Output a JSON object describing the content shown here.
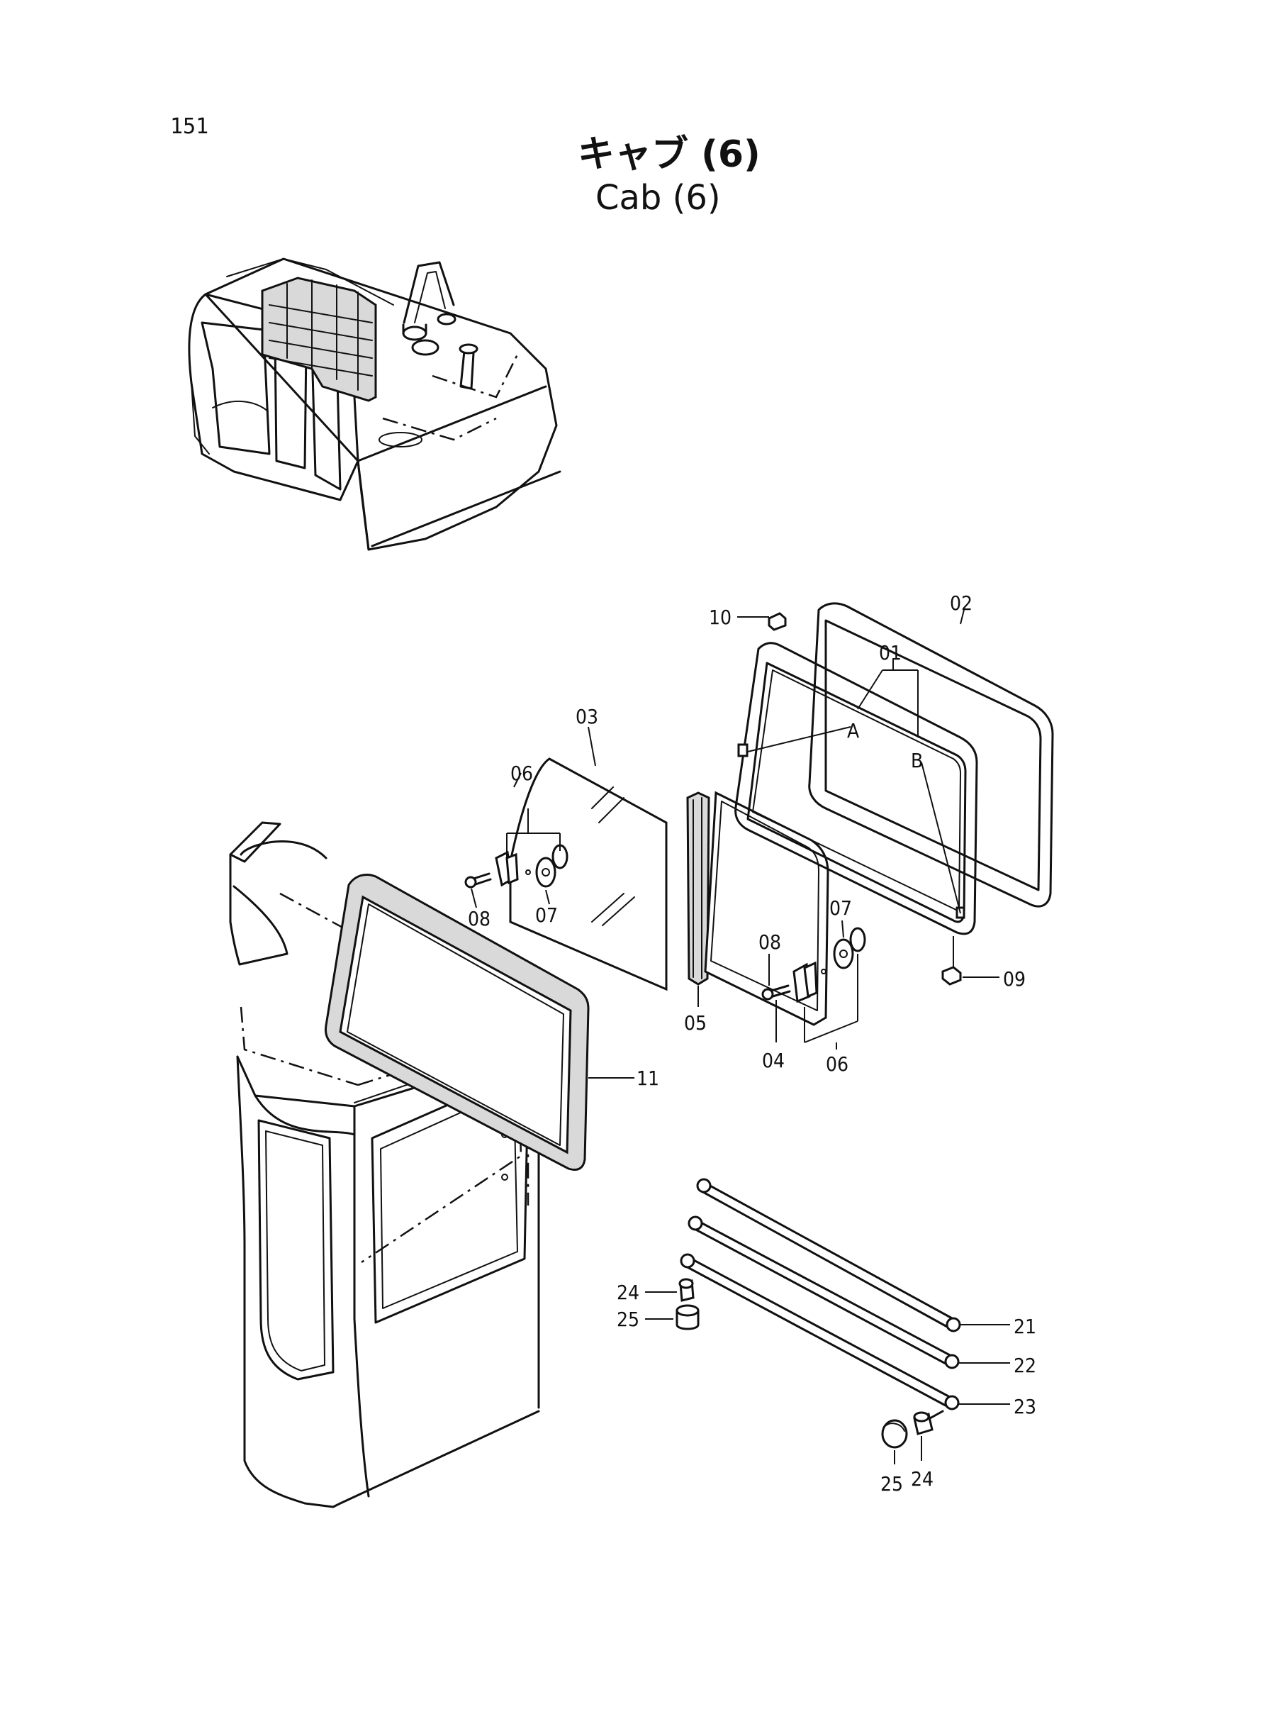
{
  "page_number": "151",
  "title_jp": "キャブ (6)",
  "title_en": "Cab (6)",
  "callouts": {
    "c01": "01",
    "c02": "02",
    "c03": "03",
    "c04": "04",
    "c05": "05",
    "c06a": "06",
    "c06b": "06",
    "c07a": "07",
    "c07b": "07",
    "c08a": "08",
    "c08b": "08",
    "c09": "09",
    "c10": "10",
    "c11": "11",
    "c21": "21",
    "c22": "22",
    "c23": "23",
    "c24a": "24",
    "c24b": "24",
    "c25a": "25",
    "c25b": "25",
    "cA": "A",
    "cB": "B"
  }
}
